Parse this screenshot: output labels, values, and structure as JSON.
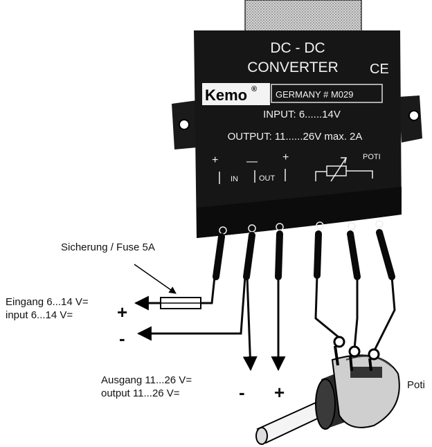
{
  "device": {
    "title_line1": "DC - DC",
    "title_line2": "CONVERTER",
    "ce_mark": "CE",
    "brand": "Kemo",
    "brand_superscript": "®",
    "origin": "GERMANY  # M029",
    "input_spec": "INPUT: 6......14V",
    "output_spec": "OUTPUT: 11......26V max. 2A",
    "plus_in": "+",
    "minus": "—",
    "plus_out": "+",
    "in_label": "IN",
    "out_label": "OUT",
    "poti_label": "POTI"
  },
  "labels": {
    "fuse": "Sicherung / Fuse 5A",
    "input_de": "Eingang 6...14 V=",
    "input_en": "input 6...14 V=",
    "input_plus": "+",
    "input_minus": "-",
    "output_de": "Ausgang 11...26 V=",
    "output_en": "output 11...26 V=",
    "output_minus": "-",
    "output_plus": "+",
    "poti": "Poti"
  },
  "colors": {
    "device_body": "#161616",
    "wire": "#0a0a0a",
    "background": "#ffffff"
  }
}
